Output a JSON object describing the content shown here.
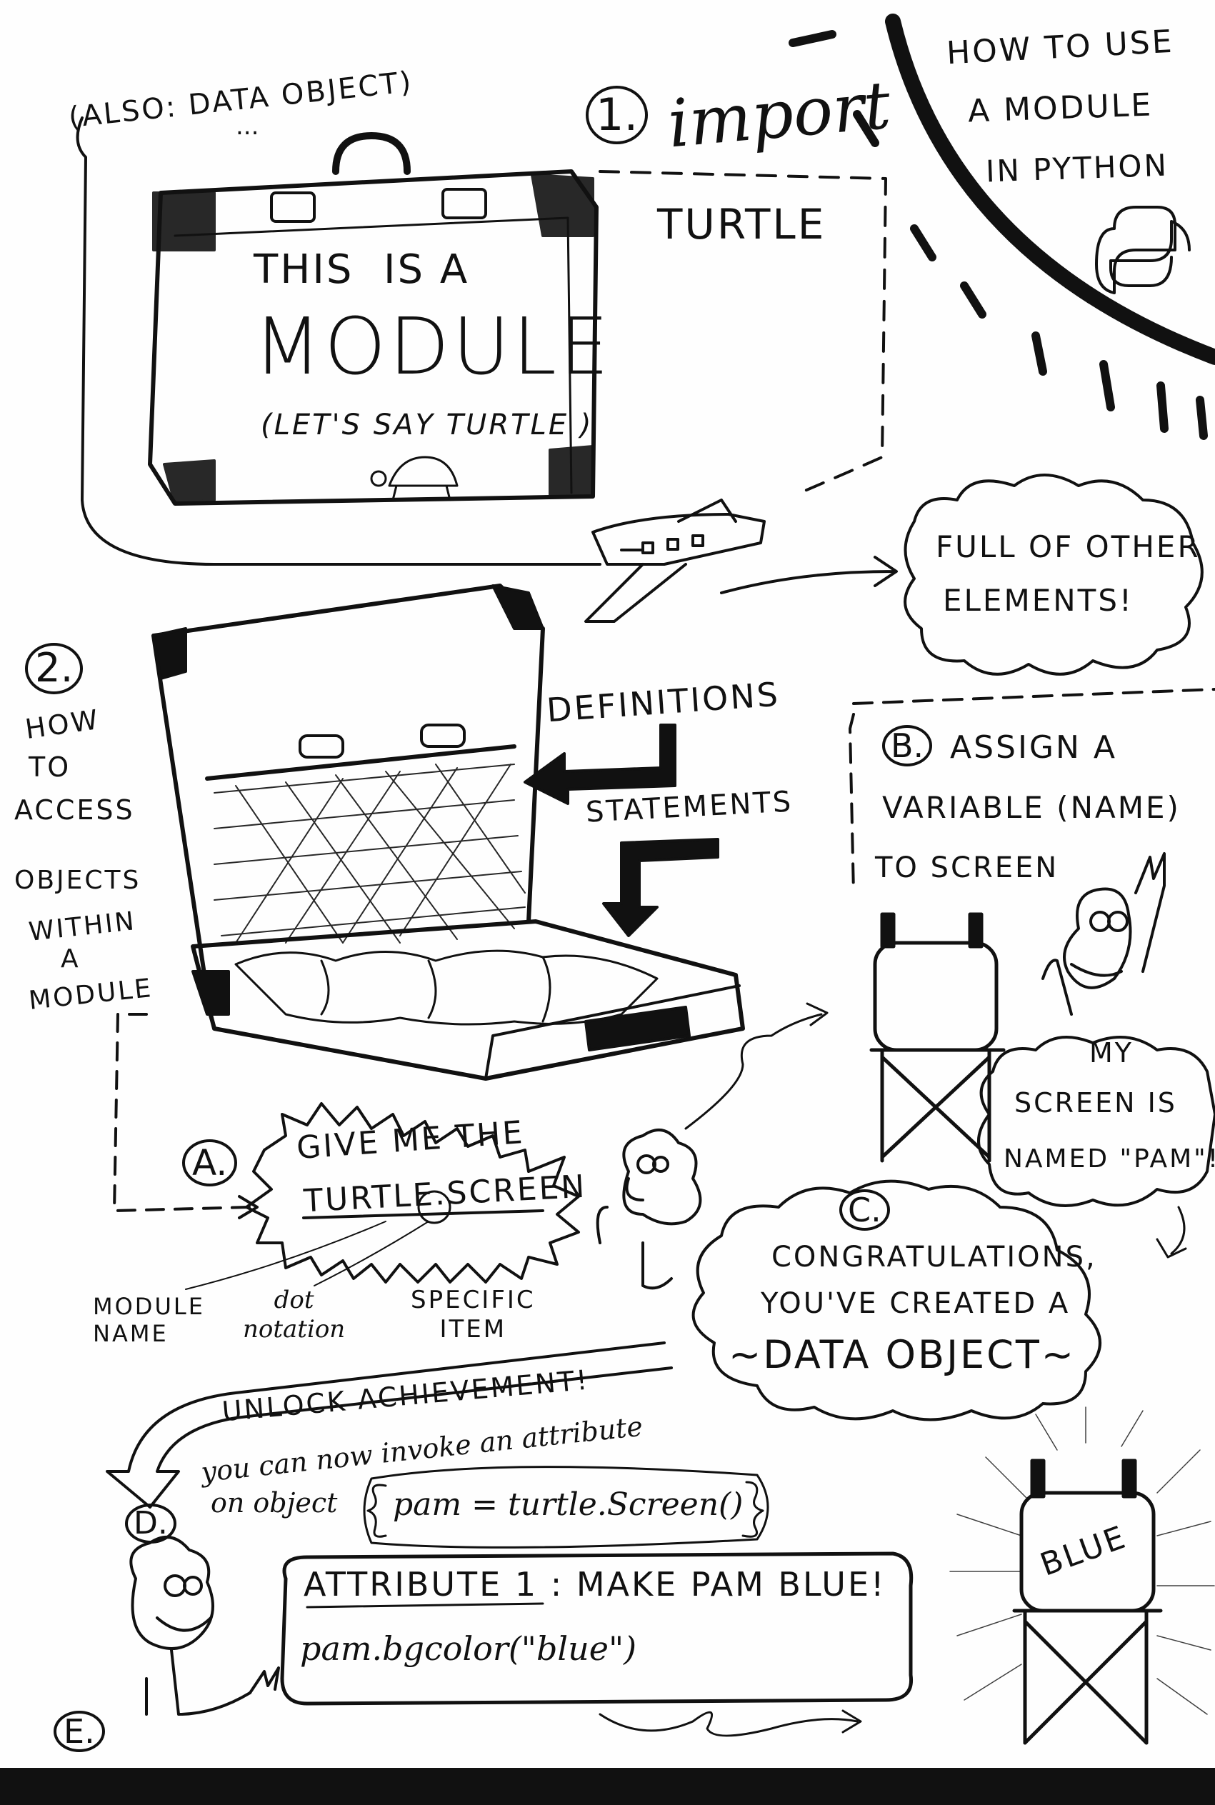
{
  "title": {
    "line1": "HOW TO USE",
    "line2": "A MODULE",
    "line3": "IN PYTHON"
  },
  "also_note": "(ALSO: DATA OBJECT)",
  "also_dots": "...",
  "step1": {
    "number": "1.",
    "verb": "import",
    "module_word": "TURTLE"
  },
  "suitcase_closed": {
    "line1": "THIS  IS A",
    "line2": "MODULE",
    "line3": "(LET'S SAY TURTLE )"
  },
  "cloud_full": {
    "line1": "FULL OF OTHER",
    "line2": "ELEMENTS!"
  },
  "step2": {
    "number": "2.",
    "lines": [
      "HOW",
      "TO",
      "ACCESS",
      "OBJECTS",
      "WITHIN",
      "A",
      "MODULE"
    ]
  },
  "suitcase_open": {
    "definitions": "DEFINITIONS",
    "statements": "STATEMENTS"
  },
  "stepA": {
    "letter": "A.",
    "line1": "GIVE ME THE",
    "line2": "TURTLE.SCREEN",
    "label_module": "MODULE\nNAME",
    "label_dot": "dot\nnotation",
    "label_item": "SPECIFIC\nITEM"
  },
  "stepB": {
    "letter": "B.",
    "line1": "ASSIGN A",
    "line2": "VARIABLE (NAME)",
    "line3": "TO SCREEN"
  },
  "my_screen": {
    "line1": "MY",
    "line2": "SCREEN IS",
    "line3": "NAMED \"PAM\"!"
  },
  "stepC": {
    "letter": "C.",
    "line1": "CONGRATULATIONS,",
    "line2": "YOU'VE CREATED A",
    "line3": "~DATA OBJECT~"
  },
  "unlock": "UNLOCK ACHIEVEMENT!",
  "stepD": {
    "letter": "D.",
    "line1": "you can now invoke an attribute",
    "line2": "on object",
    "code": "pam = turtle.Screen()"
  },
  "stepE": {
    "letter": "E.",
    "attr_title": "ATTRIBUTE 1 : MAKE PAM BLUE!",
    "attr_code": "pam.bgcolor(\"blue\")"
  },
  "blue_label": "BLUE"
}
